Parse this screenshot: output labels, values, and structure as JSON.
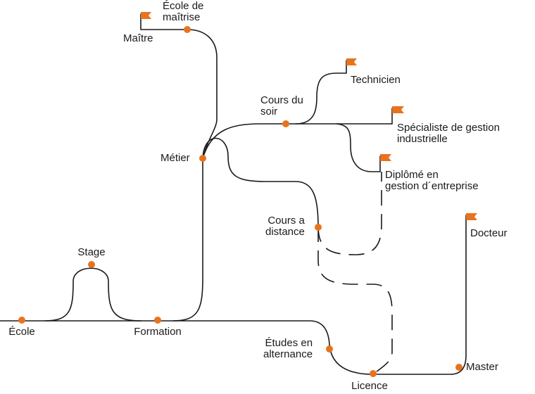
{
  "accent_color": "#e8731e",
  "line_color": "#1a1a1a",
  "stations": {
    "ecole": "École",
    "stage": "Stage",
    "formation": "Formation",
    "metier": "Métier",
    "ecole_maitrise": [
      "École de",
      "maîtrise"
    ],
    "maitre": "Maître",
    "cours_soir": [
      "Cours du",
      "soir"
    ],
    "technicien": "Technicien",
    "specialiste": [
      "Spécialiste de gestion",
      "industrielle"
    ],
    "diplome": [
      "Diplômé en",
      "gestion d´entreprise"
    ],
    "cours_distance": [
      "Cours a",
      "distance"
    ],
    "etudes_alternance": [
      "Études en",
      "alternance"
    ],
    "licence": "Licence",
    "master": "Master",
    "docteur": "Docteur"
  },
  "icons": {
    "destination": "flag-icon",
    "station": "station-dot"
  }
}
